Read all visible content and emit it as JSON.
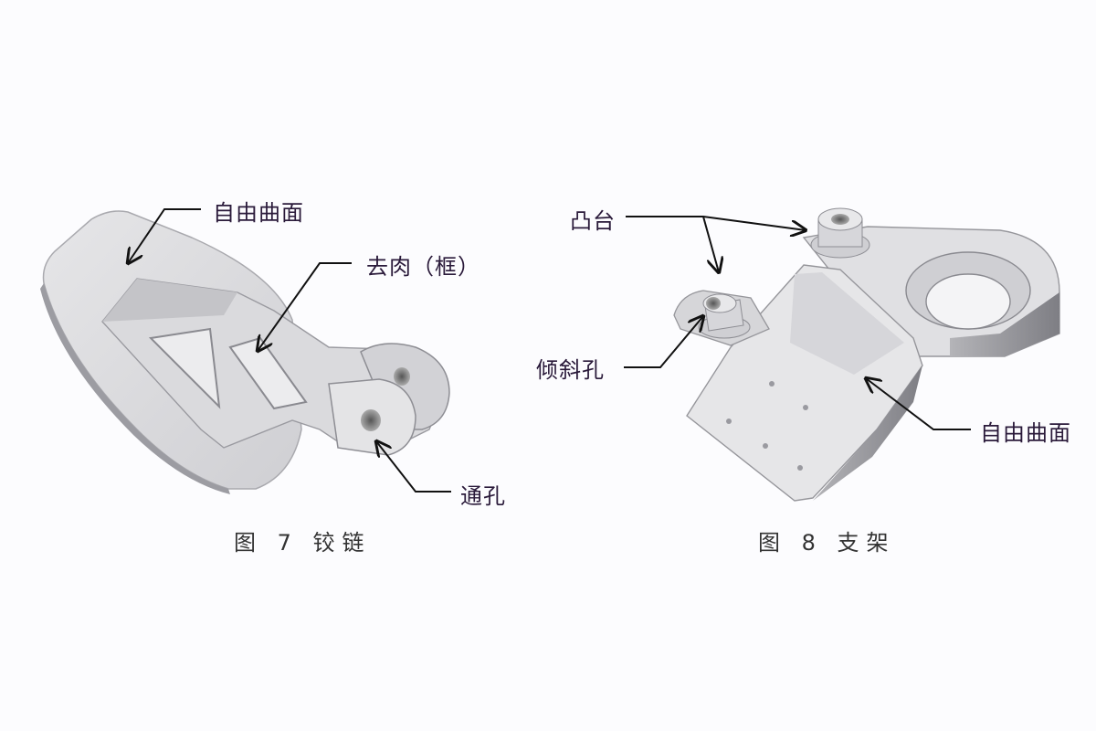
{
  "figures": [
    {
      "caption": "图 7 铰链",
      "labels": {
        "free_surface": "自由曲面",
        "lightening": "去肉（框）",
        "through_hole": "通孔"
      }
    },
    {
      "caption": "图 8 支架",
      "labels": {
        "boss": "凸台",
        "inclined_hole": "倾斜孔",
        "free_surface": "自由曲面"
      }
    }
  ],
  "colors": {
    "background": "#fcfcfe",
    "part_light": "#e4e4e6",
    "part_mid": "#c8c8cc",
    "part_dark": "#8f8f94",
    "leader_line": "#111111",
    "label_text": "#2a1a3a"
  }
}
